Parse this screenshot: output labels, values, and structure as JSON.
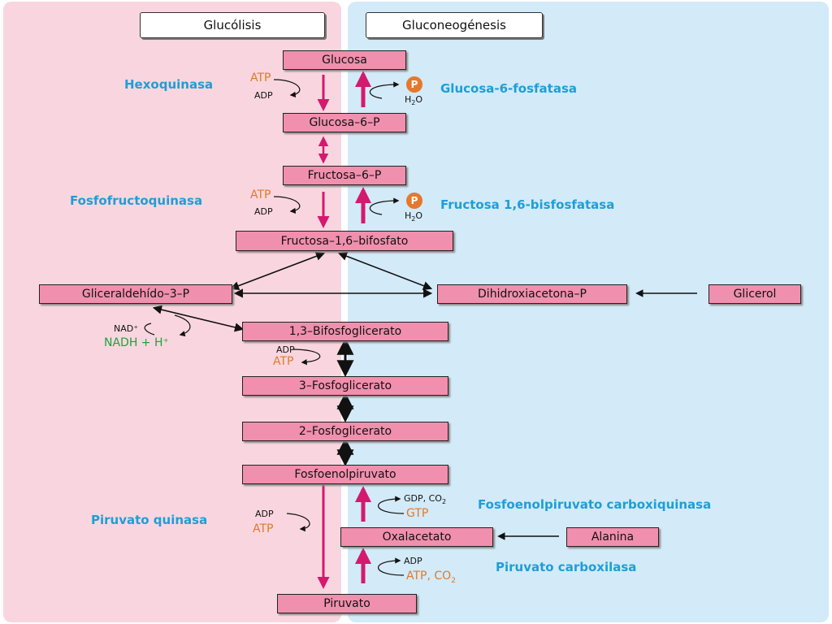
{
  "headers": {
    "glycolysis": "Glucólisis",
    "gluconeogenesis": "Gluconeogénesis"
  },
  "metabolites": {
    "glucosa": "Glucosa",
    "glucosa6p": "Glucosa–6–P",
    "fructosa6p": "Fructosa–6–P",
    "fructosa16bp": "Fructosa–1,6–bifosfato",
    "gliceraldehido3p": "Gliceraldehído–3–P",
    "dihidroxiacetonap": "Dihidroxiacetona–P",
    "glicerol": "Glicerol",
    "bifosfoglicerato": "1,3–Bifosfoglicerato",
    "fosfoglicerato3": "3–Fosfoglicerato",
    "fosfoglicerato2": "2–Fosfoglicerato",
    "fosfoenolpiruvato": "Fosfoenolpiruvato",
    "oxalacetato": "Oxalacetato",
    "alanina": "Alanina",
    "piruvato": "Piruvato"
  },
  "enzymes": {
    "hexoquinasa": "Hexoquinasa",
    "glucosa6fosfatasa": "Glucosa-6-fosfatasa",
    "fosfofructoquinasa": "Fosfofructoquinasa",
    "fructosa16bisfosfatasa": "Fructosa 1,6-bisfosfatasa",
    "piruvatoquinasa": "Piruvato quinasa",
    "pepcarboxiquinasa": "Fosfoenolpiruvato carboxiquinasa",
    "piruvatocarboxilasa": "Piruvato carboxilasa"
  },
  "cofactors": {
    "atp": "ATP",
    "adp": "ADP",
    "p": "P",
    "h2o_h": "H",
    "h2o_2": "2",
    "h2o_o": "O",
    "nad_plus": "NAD⁺",
    "nadh": "NADH + H⁺",
    "gdp_co2_prefix": "GDP, CO",
    "co2_sub": "2",
    "gtp": "GTP",
    "atp_co2_prefix": "ATP, CO"
  },
  "colors": {
    "glycolysis_bg": "#f9d6df",
    "gluconeogenesis_bg": "#d3eaf8",
    "metabolite_box": "#f18fae",
    "enzyme_text": "#1e9ed8",
    "irreversible_arrow": "#d4196f",
    "reversible_arrow": "#111111",
    "energy_text": "#e07a2a",
    "nadh_text": "#1aa53a"
  }
}
